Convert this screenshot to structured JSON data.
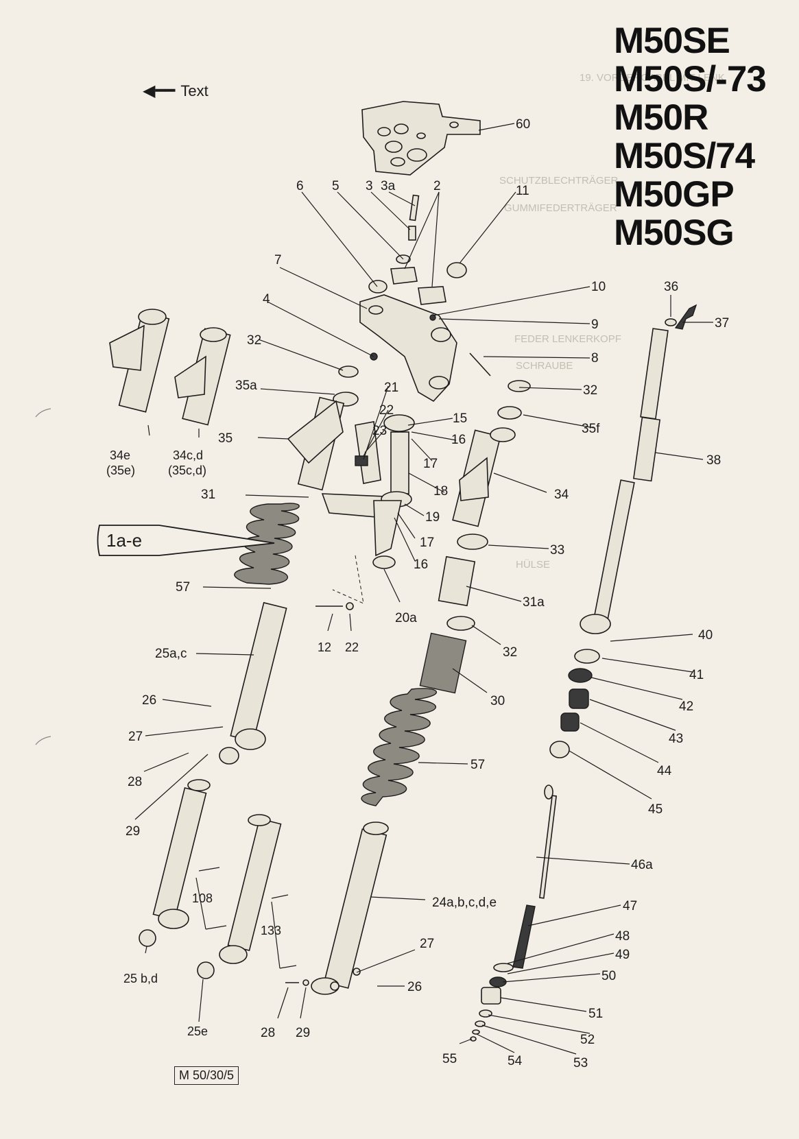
{
  "models": [
    "M50SE",
    "M50S/-73",
    "M50R",
    "M50S/74",
    "M50GP",
    "M50SG"
  ],
  "text_ref": {
    "arrow": "◀━━",
    "label": "Text"
  },
  "doc_code": "M 50/30/5",
  "callout_group": "1a-e",
  "bleed_through": [
    "19. VORDERGABEL MIT LENK",
    "SCHUTZBLECHTRÄGER",
    "GUMMIFEDERTRÄGER",
    "FEDER LENKERKOPF",
    "SCHRAUBE",
    "HÜLSE"
  ],
  "parts": [
    {
      "id": "60",
      "label": "60"
    },
    {
      "id": "6",
      "label": "6"
    },
    {
      "id": "5",
      "label": "5"
    },
    {
      "id": "3",
      "label": "3"
    },
    {
      "id": "3a",
      "label": "3a"
    },
    {
      "id": "2",
      "label": "2"
    },
    {
      "id": "11",
      "label": "11"
    },
    {
      "id": "7",
      "label": "7"
    },
    {
      "id": "10",
      "label": "10"
    },
    {
      "id": "36",
      "label": "36"
    },
    {
      "id": "37",
      "label": "37"
    },
    {
      "id": "4",
      "label": "4"
    },
    {
      "id": "9",
      "label": "9"
    },
    {
      "id": "32a",
      "label": "32"
    },
    {
      "id": "8",
      "label": "8"
    },
    {
      "id": "35a",
      "label": "35a"
    },
    {
      "id": "21",
      "label": "21"
    },
    {
      "id": "32b",
      "label": "32"
    },
    {
      "id": "22a",
      "label": "22"
    },
    {
      "id": "15",
      "label": "15"
    },
    {
      "id": "35f",
      "label": "35f"
    },
    {
      "id": "23",
      "label": "23"
    },
    {
      "id": "35",
      "label": "35"
    },
    {
      "id": "16a",
      "label": "16"
    },
    {
      "id": "17a",
      "label": "17"
    },
    {
      "id": "38",
      "label": "38"
    },
    {
      "id": "18",
      "label": "18"
    },
    {
      "id": "34",
      "label": "34"
    },
    {
      "id": "31",
      "label": "31"
    },
    {
      "id": "19",
      "label": "19"
    },
    {
      "id": "17b",
      "label": "17"
    },
    {
      "id": "33",
      "label": "33"
    },
    {
      "id": "16b",
      "label": "16"
    },
    {
      "id": "57a",
      "label": "57"
    },
    {
      "id": "31a",
      "label": "31a"
    },
    {
      "id": "20a",
      "label": "20a"
    },
    {
      "id": "12",
      "label": "12"
    },
    {
      "id": "22b",
      "label": "22"
    },
    {
      "id": "40",
      "label": "40"
    },
    {
      "id": "32c",
      "label": "32"
    },
    {
      "id": "25ac",
      "label": "25a,c"
    },
    {
      "id": "41",
      "label": "41"
    },
    {
      "id": "42",
      "label": "42"
    },
    {
      "id": "30",
      "label": "30"
    },
    {
      "id": "26a",
      "label": "26"
    },
    {
      "id": "43",
      "label": "43"
    },
    {
      "id": "27a",
      "label": "27"
    },
    {
      "id": "57b",
      "label": "57"
    },
    {
      "id": "44",
      "label": "44"
    },
    {
      "id": "28a",
      "label": "28"
    },
    {
      "id": "45",
      "label": "45"
    },
    {
      "id": "29a",
      "label": "29"
    },
    {
      "id": "46a",
      "label": "46a"
    },
    {
      "id": "108",
      "label": "108"
    },
    {
      "id": "24",
      "label": "24a,b,c,d,e"
    },
    {
      "id": "47",
      "label": "47"
    },
    {
      "id": "133",
      "label": "133"
    },
    {
      "id": "27b",
      "label": "27"
    },
    {
      "id": "48",
      "label": "48"
    },
    {
      "id": "49",
      "label": "49"
    },
    {
      "id": "25bd",
      "label": "25 b,d"
    },
    {
      "id": "26b",
      "label": "26"
    },
    {
      "id": "50",
      "label": "50"
    },
    {
      "id": "51",
      "label": "51"
    },
    {
      "id": "25e",
      "label": "25e"
    },
    {
      "id": "28b",
      "label": "28"
    },
    {
      "id": "29b",
      "label": "29"
    },
    {
      "id": "52",
      "label": "52"
    },
    {
      "id": "55",
      "label": "55"
    },
    {
      "id": "54",
      "label": "54"
    },
    {
      "id": "53",
      "label": "53"
    },
    {
      "id": "34e",
      "label": "34e"
    },
    {
      "id": "35e",
      "label": "(35e)"
    },
    {
      "id": "34cd",
      "label": "34c,d"
    },
    {
      "id": "35cd",
      "label": "(35c,d)"
    }
  ]
}
